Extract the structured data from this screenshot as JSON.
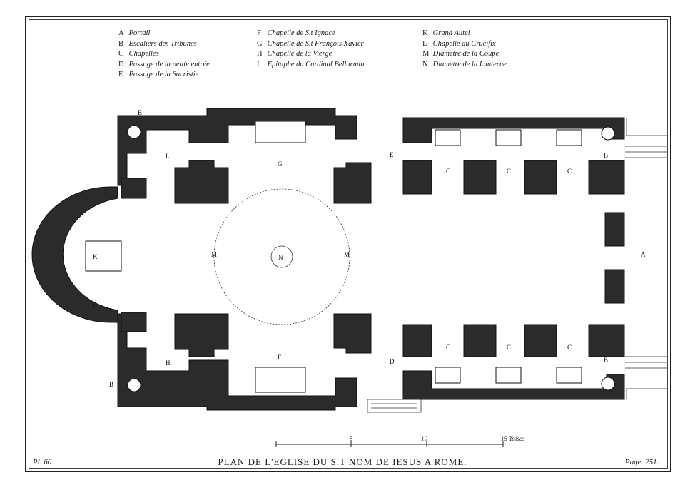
{
  "legend": {
    "col1": [
      {
        "key": "A",
        "text": "Portail"
      },
      {
        "key": "B",
        "text": "Escaliers des Tribunes"
      },
      {
        "key": "C",
        "text": "Chapelles"
      },
      {
        "key": "D",
        "text": "Passage de la petite entrée"
      },
      {
        "key": "E",
        "text": "Passage de la Sacristie"
      }
    ],
    "col2": [
      {
        "key": "F",
        "text": "Chapelle de S.t Ignace"
      },
      {
        "key": "G",
        "text": "Chapelle de S.t François Xavier"
      },
      {
        "key": "H",
        "text": "Chapelle de la Vierge"
      },
      {
        "key": "I",
        "text": "Epitaphe du Cardinal Bellarmin"
      }
    ],
    "col3": [
      {
        "key": "K",
        "text": "Grand Autel"
      },
      {
        "key": "L",
        "text": "Chapelle du Crucifix"
      },
      {
        "key": "M",
        "text": "Diametre de la Coupe"
      },
      {
        "key": "N",
        "text": "Diametre de la Lanterne"
      }
    ]
  },
  "plan_labels": {
    "A": "A",
    "B": "B",
    "C": "C",
    "D": "D",
    "E": "E",
    "F": "F",
    "G": "G",
    "H": "H",
    "I": "I",
    "K": "K",
    "L": "L",
    "M": "M",
    "N": "N"
  },
  "scale": {
    "t5": "5",
    "t10": "10",
    "t15": "15 Toises"
  },
  "title": "PLAN DE L'EGLISE DU S.T NOM DE IESUS A ROME.",
  "plate": "Pl. 60.",
  "page": "Page. 251."
}
